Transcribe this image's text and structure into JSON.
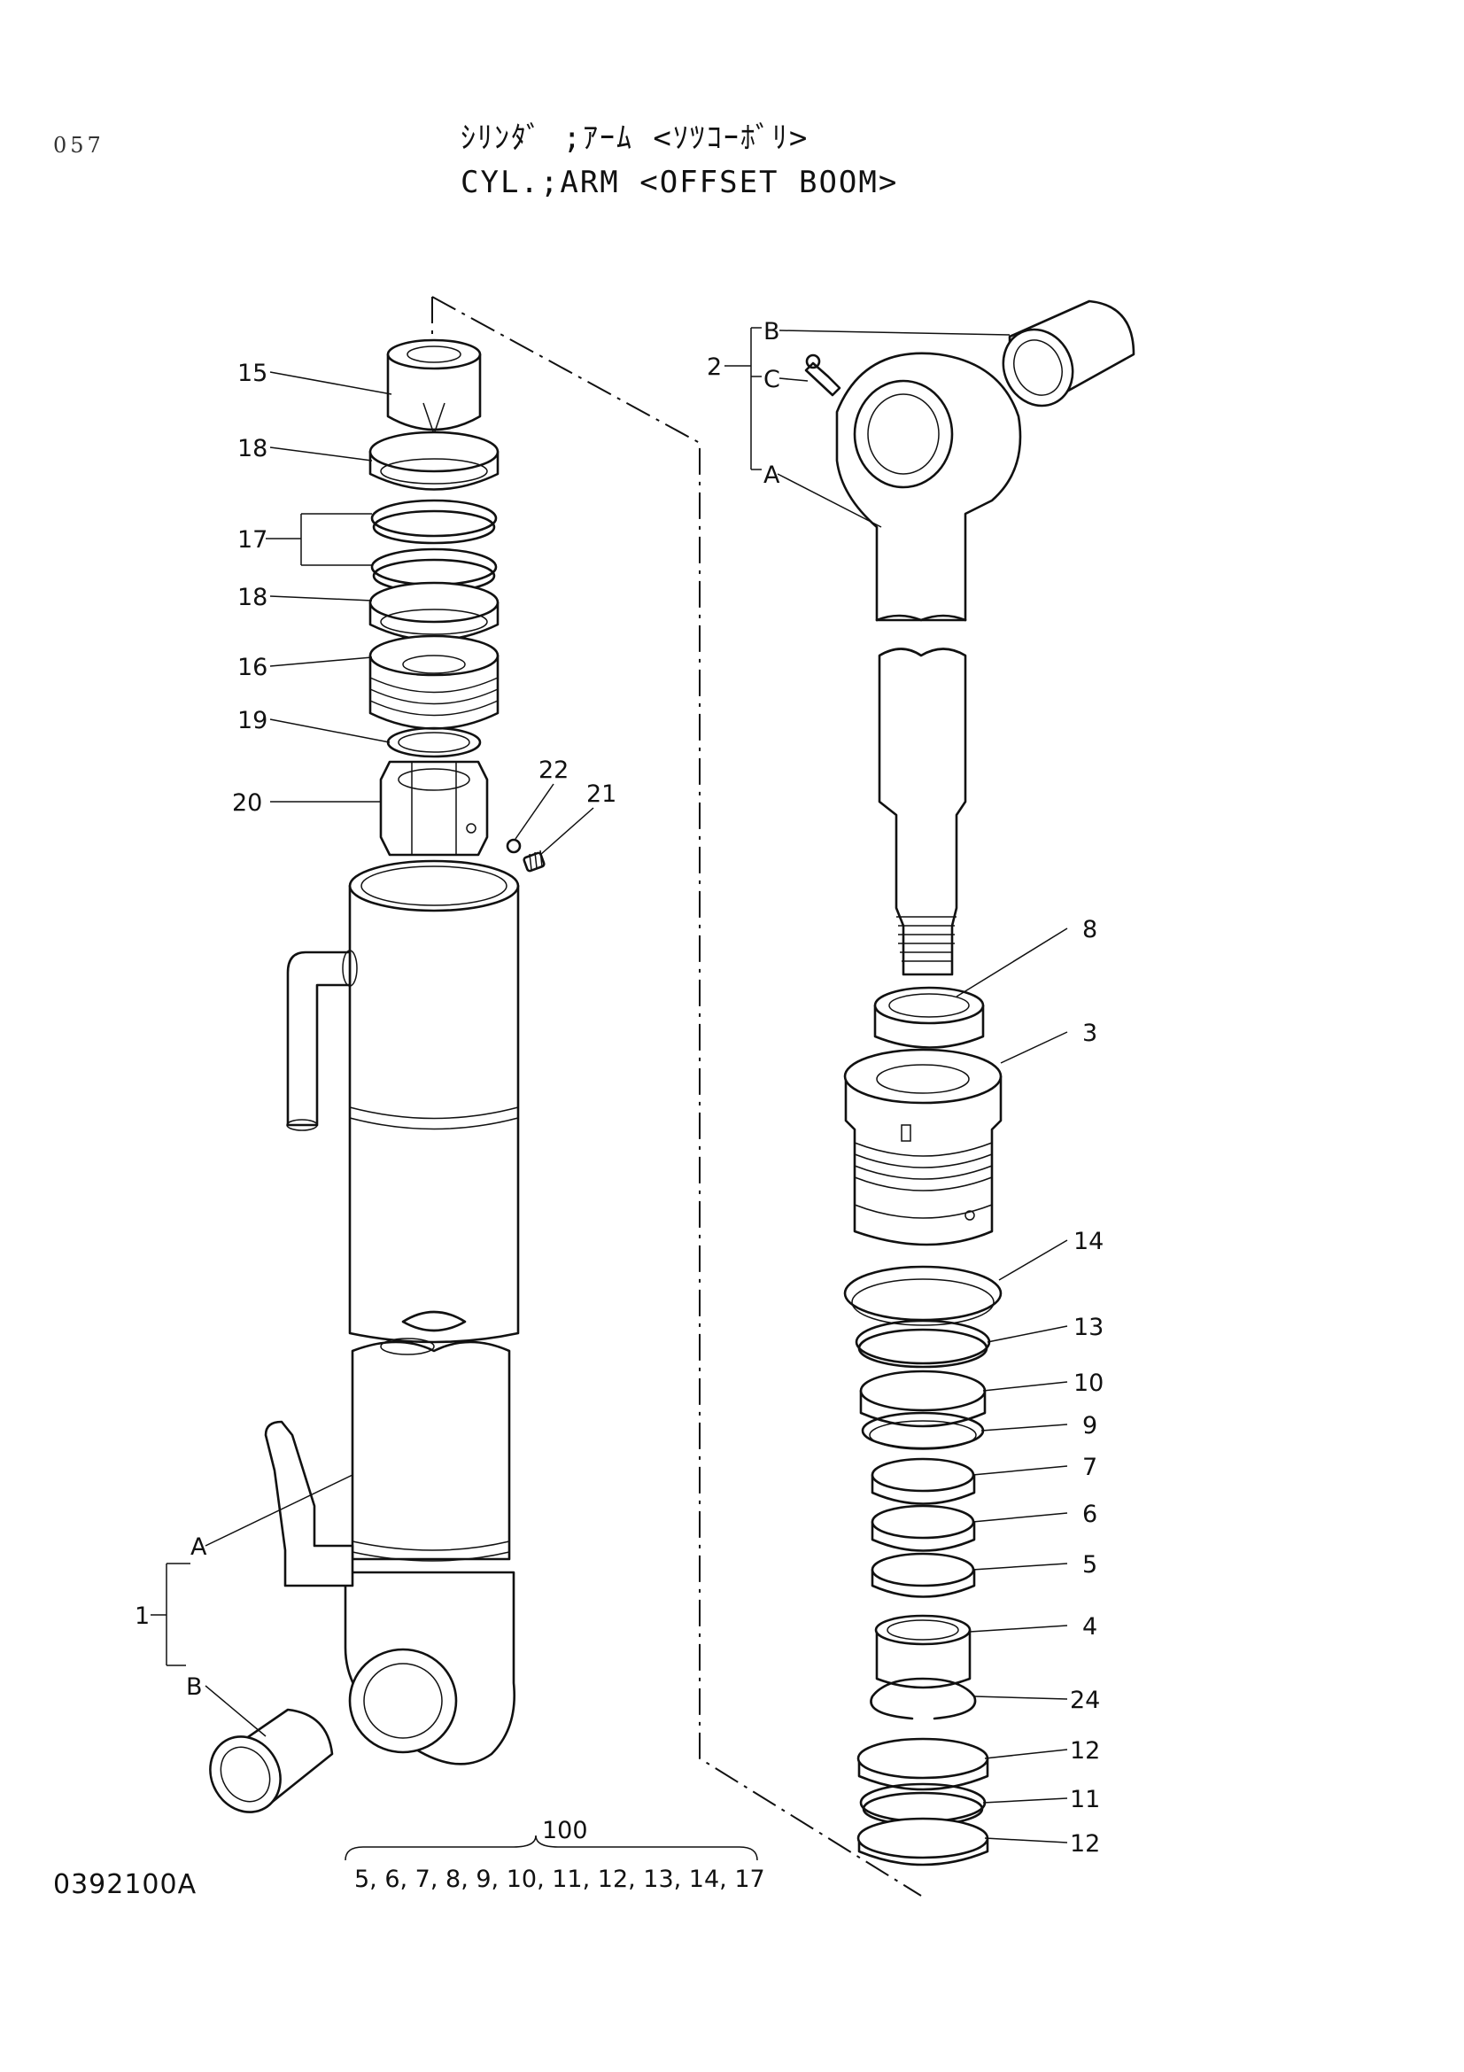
{
  "header": {
    "page_number": "057",
    "title_jp": "ｼﾘﾝﾀﾞ ;ｱｰﾑ <ｿﾂｺｰﾎﾞﾘ>",
    "title_en": "CYL.;ARM <OFFSET BOOM>"
  },
  "footer": {
    "doc_code": "0392100A"
  },
  "callouts": {
    "c15": "15",
    "c18a": "18",
    "c17": "17",
    "c18b": "18",
    "c16": "16",
    "c19": "19",
    "c20": "20",
    "c22": "22",
    "c21": "21",
    "c2": "2",
    "cB_rod": "B",
    "cC_rod": "C",
    "cA_rod": "A",
    "c8": "8",
    "c3": "3",
    "c14": "14",
    "c13": "13",
    "c10": "10",
    "c9": "9",
    "c7": "7",
    "c6": "6",
    "c5": "5",
    "c4": "4",
    "c24": "24",
    "c12a": "12",
    "c11": "11",
    "c12b": "12",
    "c1": "1",
    "cA_tube": "A",
    "cB_tube": "B"
  },
  "kit": {
    "number": "100",
    "contents": "5, 6, 7, 8, 9, 10, 11, 12, 13, 14, 17"
  }
}
